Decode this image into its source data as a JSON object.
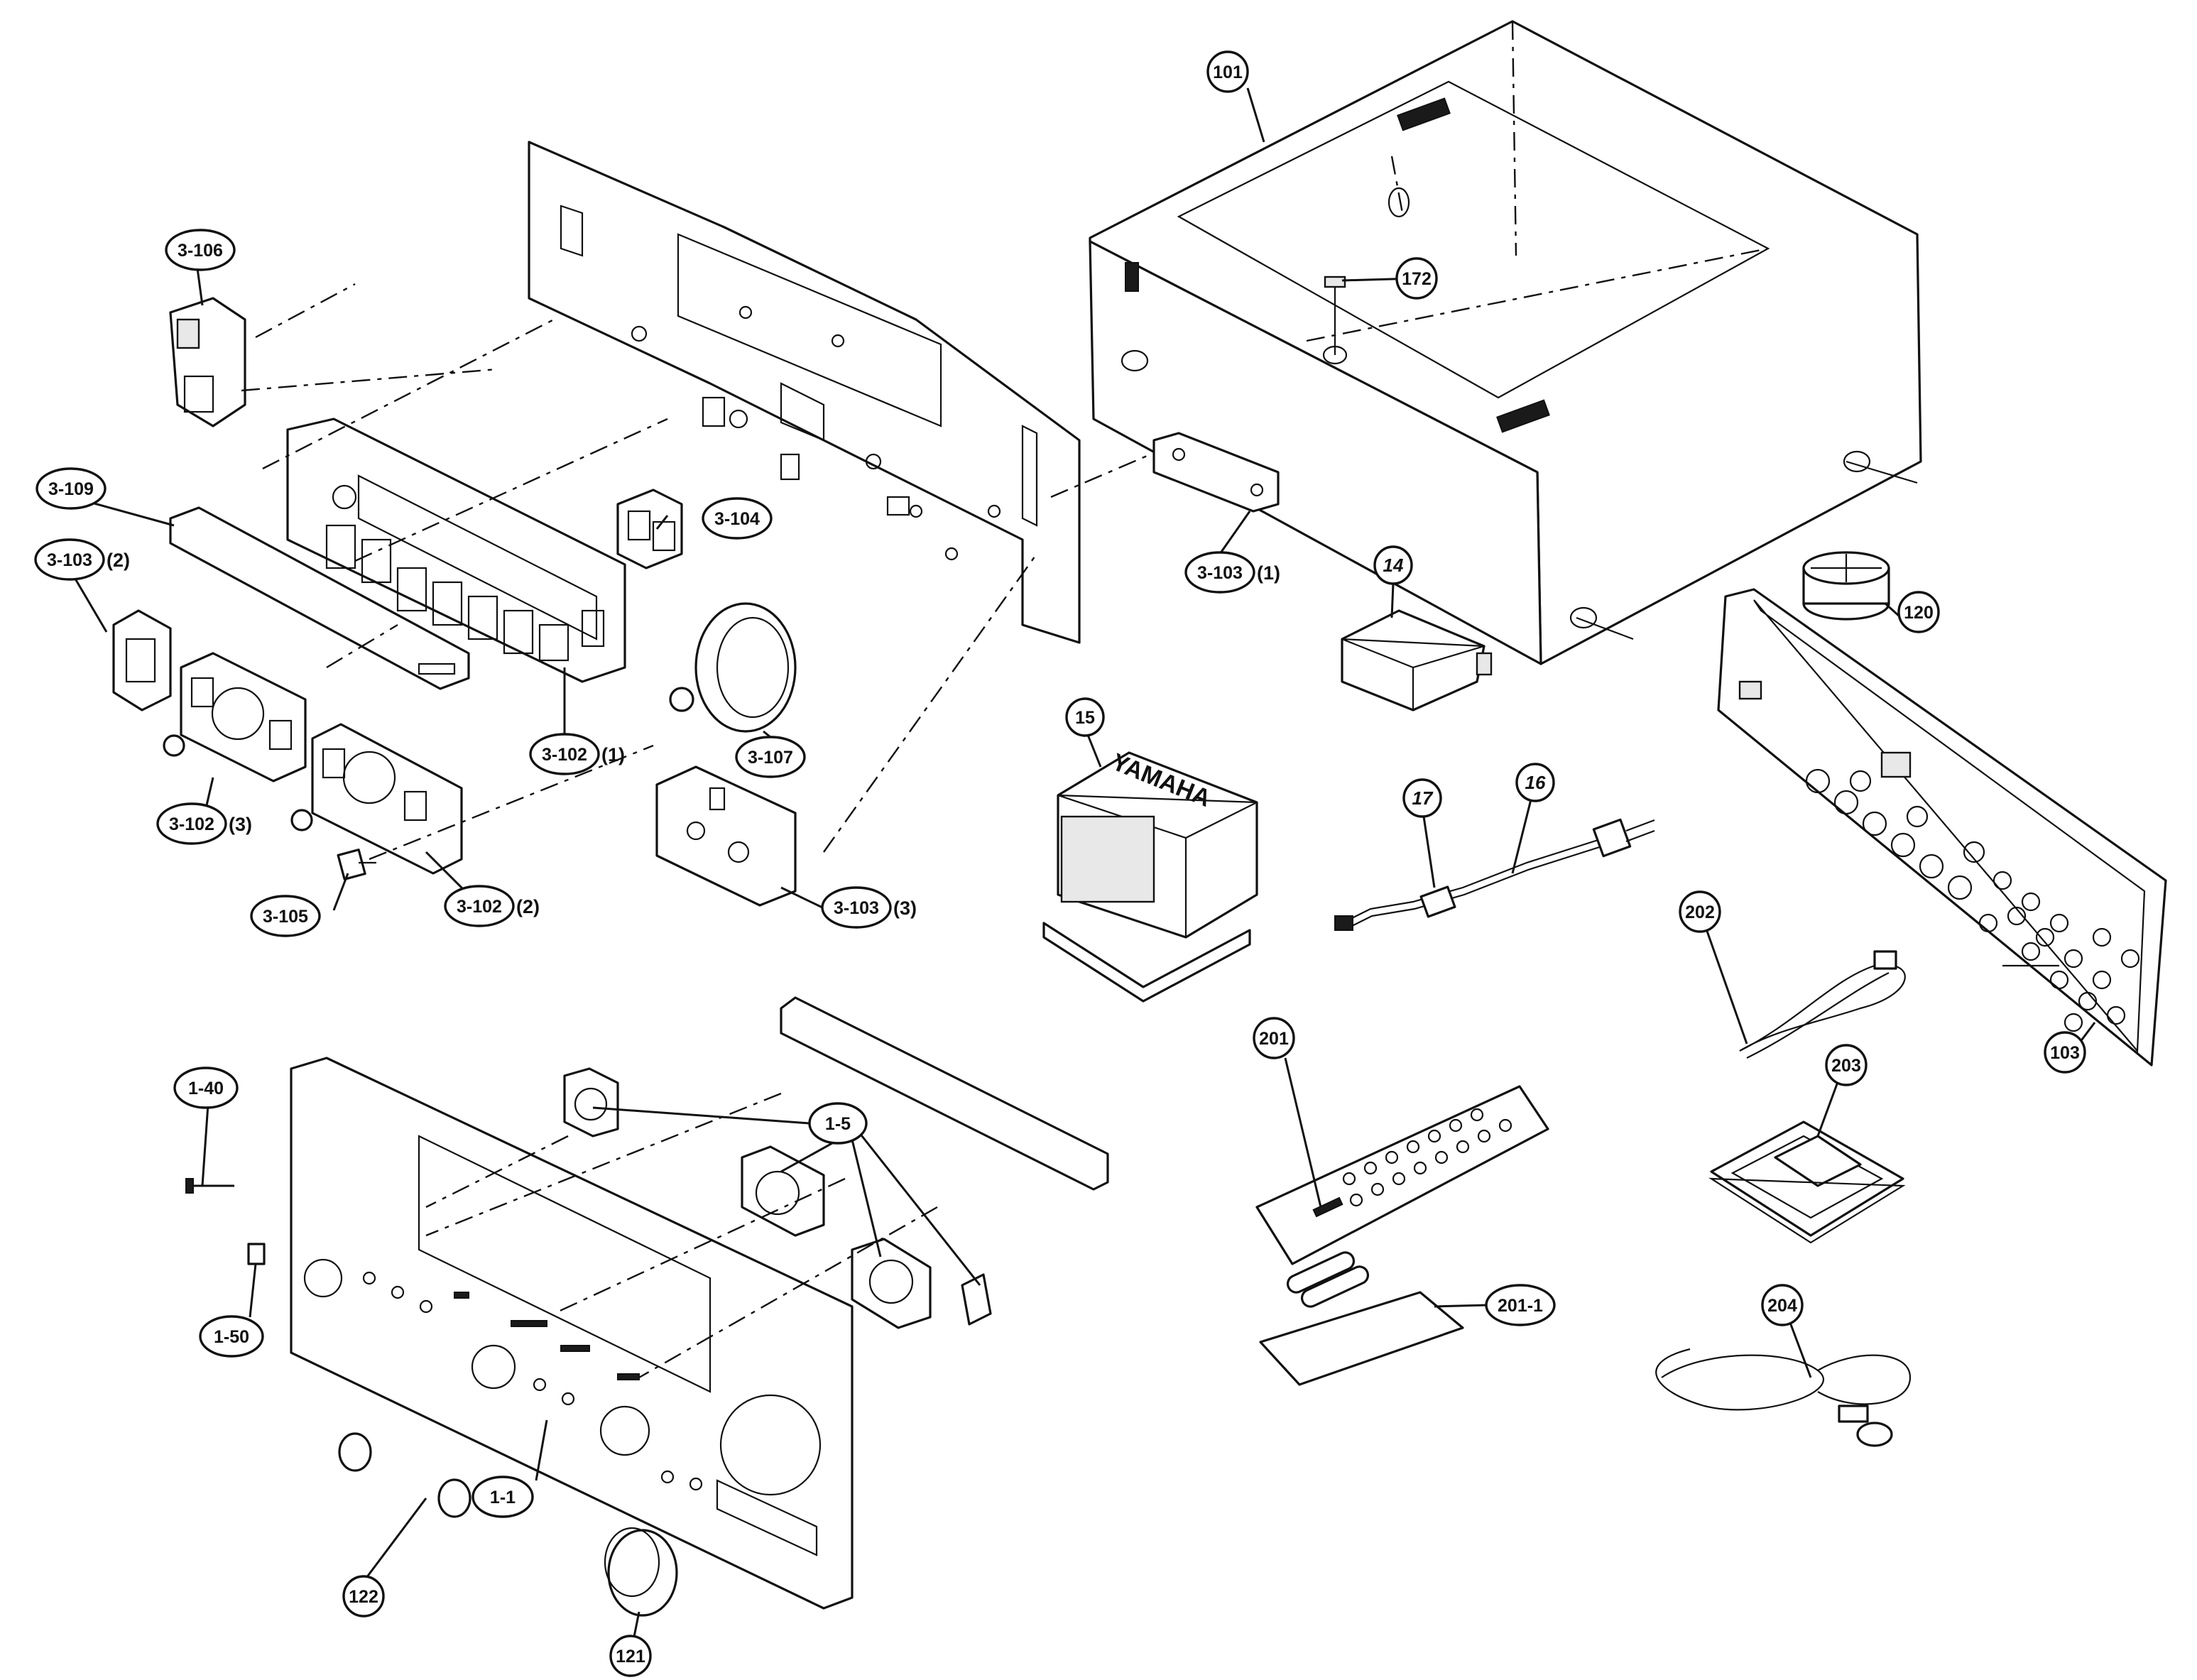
{
  "brand": "YAMAHA",
  "callouts": [
    {
      "id": "101",
      "label": "101",
      "suffix": ""
    },
    {
      "id": "172",
      "label": "172",
      "suffix": ""
    },
    {
      "id": "3-106",
      "label": "3-106",
      "suffix": ""
    },
    {
      "id": "3-109",
      "label": "3-109",
      "suffix": ""
    },
    {
      "id": "3-103-2",
      "label": "3-103",
      "suffix": "(2)"
    },
    {
      "id": "3-104",
      "label": "3-104",
      "suffix": ""
    },
    {
      "id": "3-103-1",
      "label": "3-103",
      "suffix": "(1)"
    },
    {
      "id": "14",
      "label": "14",
      "suffix": ""
    },
    {
      "id": "120",
      "label": "120",
      "suffix": ""
    },
    {
      "id": "3-102-1",
      "label": "3-102",
      "suffix": "(1)"
    },
    {
      "id": "3-107",
      "label": "3-107",
      "suffix": ""
    },
    {
      "id": "3-102-3",
      "label": "3-102",
      "suffix": "(3)"
    },
    {
      "id": "15",
      "label": "15",
      "suffix": ""
    },
    {
      "id": "17",
      "label": "17",
      "suffix": ""
    },
    {
      "id": "16",
      "label": "16",
      "suffix": ""
    },
    {
      "id": "3-105",
      "label": "3-105",
      "suffix": ""
    },
    {
      "id": "3-102-2",
      "label": "3-102",
      "suffix": "(2)"
    },
    {
      "id": "3-103-3",
      "label": "3-103",
      "suffix": "(3)"
    },
    {
      "id": "202",
      "label": "202",
      "suffix": ""
    },
    {
      "id": "103",
      "label": "103",
      "suffix": ""
    },
    {
      "id": "201",
      "label": "201",
      "suffix": ""
    },
    {
      "id": "203",
      "label": "203",
      "suffix": ""
    },
    {
      "id": "1-40",
      "label": "1-40",
      "suffix": ""
    },
    {
      "id": "1-5",
      "label": "1-5",
      "suffix": ""
    },
    {
      "id": "1-50",
      "label": "1-50",
      "suffix": ""
    },
    {
      "id": "201-1",
      "label": "201-1",
      "suffix": ""
    },
    {
      "id": "204",
      "label": "204",
      "suffix": ""
    },
    {
      "id": "1-1",
      "label": "1-1",
      "suffix": ""
    },
    {
      "id": "122",
      "label": "122",
      "suffix": ""
    },
    {
      "id": "121",
      "label": "121",
      "suffix": ""
    }
  ]
}
